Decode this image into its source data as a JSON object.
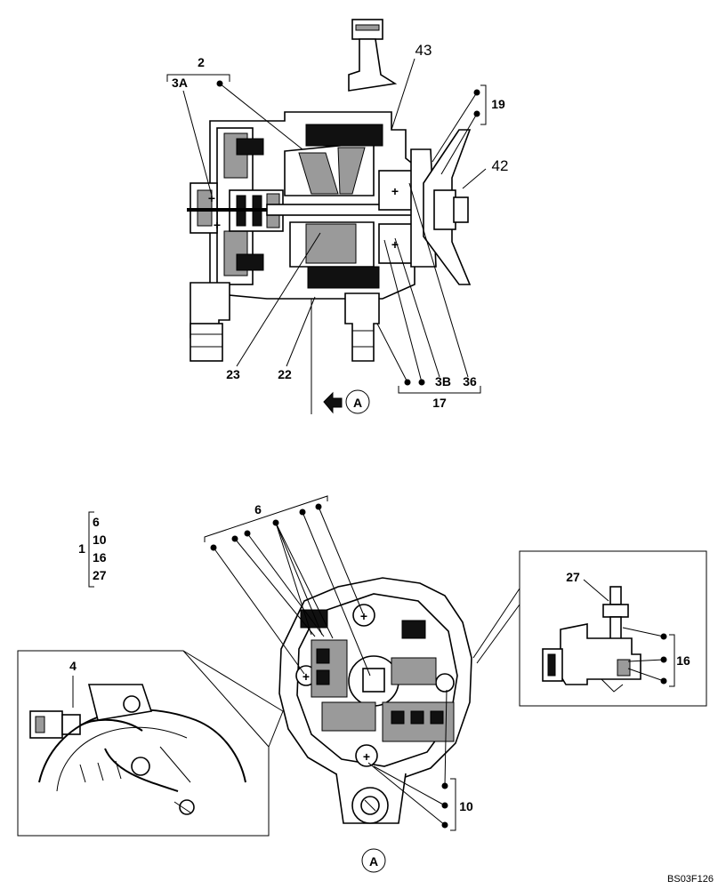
{
  "figure_code": "BS03F126",
  "view_marker": "A",
  "upper_view": {
    "callouts": {
      "c2": "2",
      "c3A": "3A",
      "c43": "43",
      "c19": "19",
      "c42": "42",
      "c23": "23",
      "c22": "22",
      "c3B": "3B",
      "c36": "36",
      "c17": "17"
    }
  },
  "lower_view": {
    "callouts": {
      "c6": "6",
      "c4": "4",
      "c10": "10",
      "c27": "27",
      "c16": "16"
    },
    "kit": {
      "number": "1",
      "items": [
        "6",
        "10",
        "16",
        "27"
      ]
    }
  }
}
